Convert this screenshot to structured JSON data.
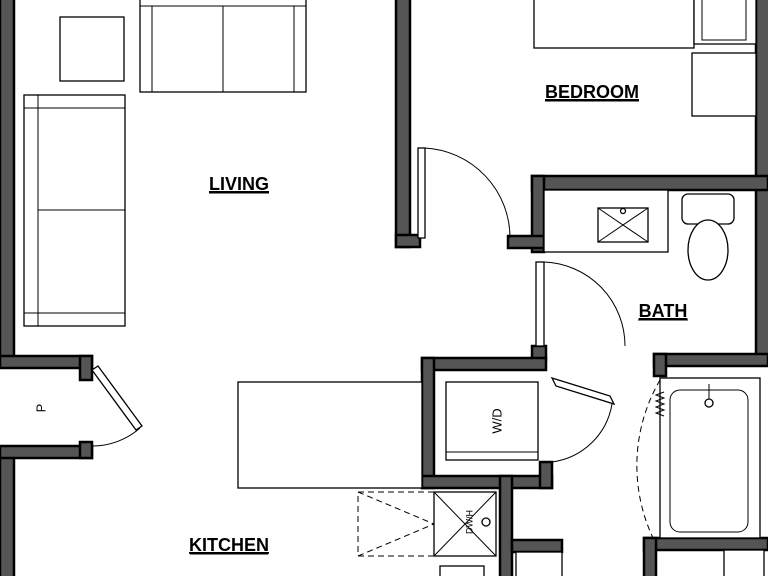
{
  "rooms": {
    "bedroom": "BEDROOM",
    "living": "LIVING",
    "bath": "BATH",
    "kitchen": "KITCHEN"
  },
  "fixtures": {
    "pantry": "P",
    "washer_dryer": "W/D",
    "water_heater": "DW/H"
  }
}
